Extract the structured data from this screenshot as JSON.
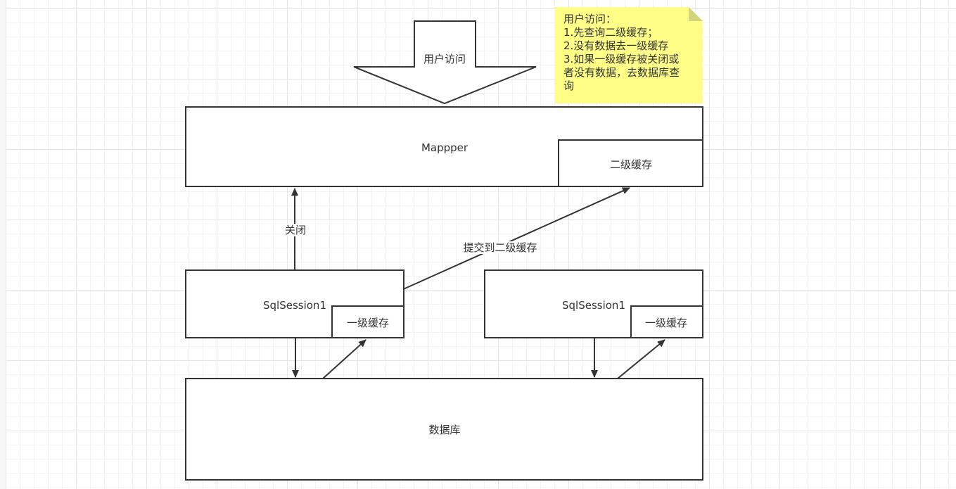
{
  "access_arrow": {
    "label": "用户访问"
  },
  "note": {
    "lines": [
      "用户访问：",
      "1.先查询二级缓存；",
      "2.没有数据去一级缓存",
      "3.如果一级缓存被关闭或",
      "者没有数据，去数据库查",
      "询"
    ],
    "fill": "#ffff88",
    "fold_fill": "#d4d47a"
  },
  "mapper": {
    "title": "Mappper",
    "cache_label": "二级缓存"
  },
  "session_left": {
    "title": "SqlSession1",
    "cache_label": "一级缓存"
  },
  "session_right": {
    "title": "SqlSession1",
    "cache_label": "一级缓存"
  },
  "database": {
    "title": "数据库"
  },
  "edges": {
    "close_label": "关闭",
    "commit_label": "提交到二级缓存"
  },
  "colors": {
    "stroke": "#333333",
    "text": "#333333",
    "grid": "#e6e6e6"
  }
}
